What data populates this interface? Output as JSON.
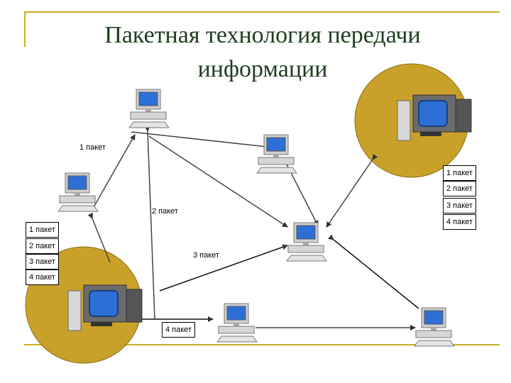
{
  "title": "Пакетная технология передачи информации",
  "labels": {
    "top_packet1": "1 пакет",
    "mid_packet2": "2 пакет",
    "mid_packet3": "3 пакет",
    "bottom_packet4": "4 пакет",
    "right_stack": [
      "1 пакет",
      "2 пакет",
      "3 пакет",
      "4 пакет"
    ],
    "left_stack": [
      "1 пакет",
      "2 пакет",
      "3 пакет",
      "4 пакет"
    ]
  },
  "colors": {
    "circle": "#c9a12a",
    "title": "#1f3d1f",
    "arrow": "#444444",
    "screen": "#2e6fd6"
  },
  "icons": [
    "computer-icon"
  ]
}
